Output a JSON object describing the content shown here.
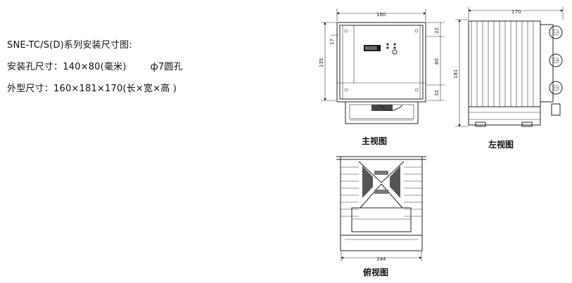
{
  "specs": {
    "title": "SNE-TC/S(D)系列安装尺寸图:",
    "hole_label": "安装孔尺寸：140×80(毫米)",
    "hole_phi": "ф7圆孔",
    "size_label": "外型尺寸：160×181×170(长×宽×高 )"
  },
  "drawing": {
    "front": {
      "caption": "主视图",
      "dim_width": "160",
      "dim_height": "135",
      "dim_top_left": "17",
      "dim_right_top": "22",
      "dim_right_mid": "80",
      "dim_right_bottom": "32",
      "display_text": "8888"
    },
    "side": {
      "caption": "左视图",
      "dim_width": "170",
      "dim_height": "181"
    },
    "top": {
      "caption": "俯视图",
      "dim_width": "144"
    }
  }
}
